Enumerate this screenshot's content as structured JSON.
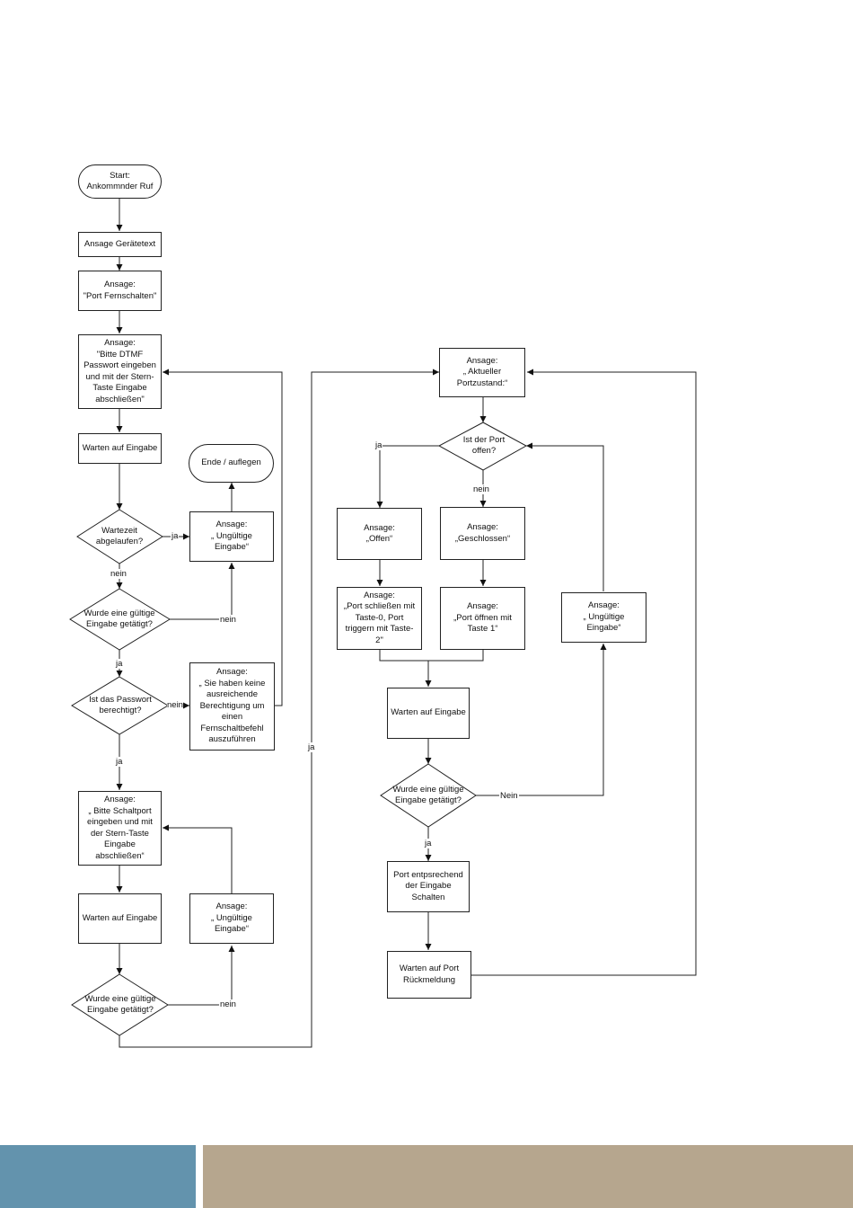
{
  "colors": {
    "footer_left": "#6393AD",
    "footer_right": "#B6A68E",
    "line": "#222222"
  },
  "nodes": {
    "start": "Start:\nAnkommnder Ruf",
    "ansage_geraetetext": "Ansage Gerätetext",
    "ansage_port_fernschalten": "Ansage:\n\"Port Fernschalten\"",
    "ansage_dtmf": "Ansage:\n\"Bitte DTMF\nPasswort eingeben\nund mit der Stern-\nTaste Eingabe\nabschließen\"",
    "warten1": "Warten auf Eingabe",
    "ende": "Ende / auflegen",
    "wartezeit": "Wartezeit\nabgelaufen?",
    "ungueltig1": "Ansage:\n„ Ungültige\nEingabe“",
    "gueltig1": "Wurde eine gültige\nEingabe getätigt?",
    "passwort": "Ist das Passwort\nberechtigt?",
    "keine_berechtigung": "Ansage:\n„ Sie haben keine\nausreichende\nBerechtigung um\neinen\nFernschaltbefehl\nauszuführen",
    "schaltport": "Ansage:\n„ Bitte Schaltport\neingeben und mit\nder Stern-Taste\nEingabe\nabschließen“",
    "warten2": "Warten auf Eingabe",
    "ungueltig2": "Ansage:\n„ Ungültige\nEingabe“",
    "gueltig2": "Wurde eine gültige\nEingabe getätigt?",
    "portzustand": "Ansage:\n„ Aktueller\nPortzustand:“",
    "port_offen": "Ist der Port\noffen?",
    "offen": "Ansage:\n„Offen“",
    "geschlossen": "Ansage:\n„Geschlossen“",
    "port_schliessen": "Ansage:\n„Port schließen mit\nTaste-0, Port\ntriggern mit Taste-\n2\"",
    "port_oeffnen": "Ansage:\n„Port öffnen mit\nTaste 1“",
    "ungueltig3": "Ansage:\n„ Ungültige\nEingabe“",
    "warten3": "Warten auf Eingabe",
    "gueltig3": "Wurde eine gültige\nEingabe getätigt?",
    "port_schalten": "Port entpsrechend\nder Eingabe\nSchalten",
    "rueckmeldung": "Warten auf Port\nRückmeldung"
  },
  "labels": {
    "ja_wartezeit": "ja",
    "nein_wartezeit": "nein",
    "nein_gueltig1": "nein",
    "ja_gueltig1": "ja",
    "nein_passwort": "nein",
    "ja_passwort": "ja",
    "nein_gueltig2": "nein",
    "ja_gueltig2": "ja",
    "ja_port_offen": "ja",
    "nein_port_offen": "nein",
    "nein_gueltig3": "Nein",
    "ja_gueltig3": "ja"
  }
}
